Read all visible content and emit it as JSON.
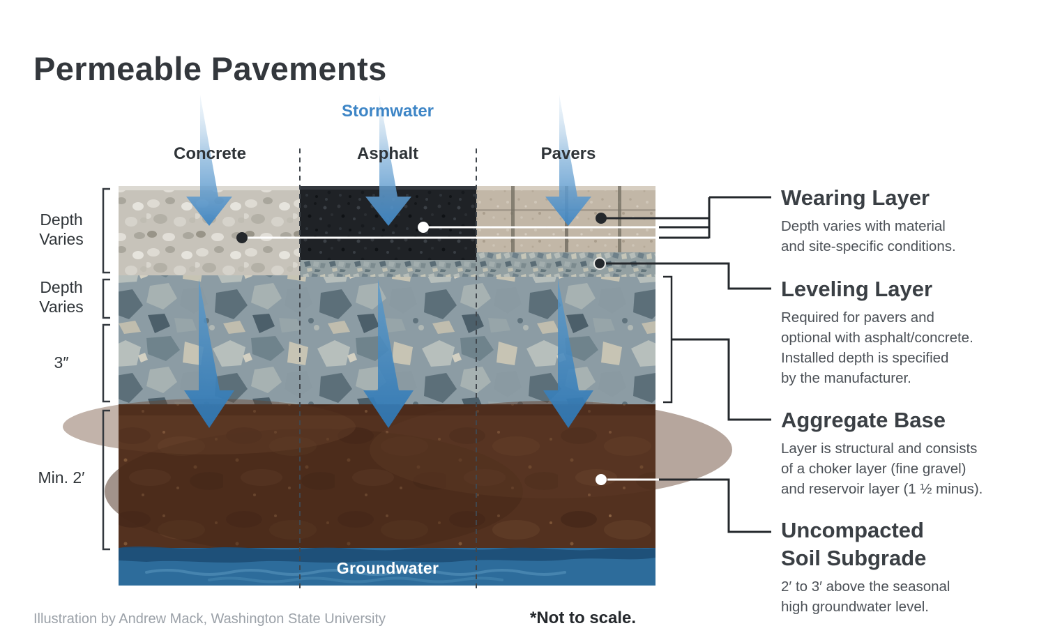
{
  "title": "Permeable Pavements",
  "stormwater_label": "Stormwater",
  "columns": [
    {
      "label": "Concrete"
    },
    {
      "label": "Asphalt"
    },
    {
      "label": "Pavers"
    }
  ],
  "depth_labels": [
    {
      "text": "Depth\nVaries"
    },
    {
      "text": "Depth\nVaries"
    },
    {
      "text": "3″"
    },
    {
      "text": "Min. 2′"
    }
  ],
  "callouts": [
    {
      "heading": "Wearing Layer",
      "body": "Depth varies with material\nand site-specific conditions."
    },
    {
      "heading": "Leveling Layer",
      "body": "Required for pavers and\noptional with asphalt/concrete.\nInstalled depth is specified\nby the manufacturer."
    },
    {
      "heading": "Aggregate Base",
      "body": "Layer is structural and consists\nof a choker layer (fine gravel)\nand reservoir layer (1 ½ minus)."
    },
    {
      "heading": "Uncompacted\nSoil Subgrade",
      "body": "2′ to 3′ above the seasonal\nhigh groundwater level."
    }
  ],
  "groundwater_label": "Groundwater",
  "credit": "Illustration by Andrew Mack, Washington State University",
  "not_to_scale": "*Not to scale.",
  "colors": {
    "accent_blue": "#3d85c6",
    "text_dark": "#33383e",
    "text_gray": "#4b5056",
    "credit_gray": "#9ba1a8",
    "concrete": "#c7c3ba",
    "asphalt": "#212428",
    "pavers": "#c2b7a7",
    "aggregate": "#8c9ca4",
    "soil": "#53311f",
    "groundwater": "#2d6c9b"
  }
}
